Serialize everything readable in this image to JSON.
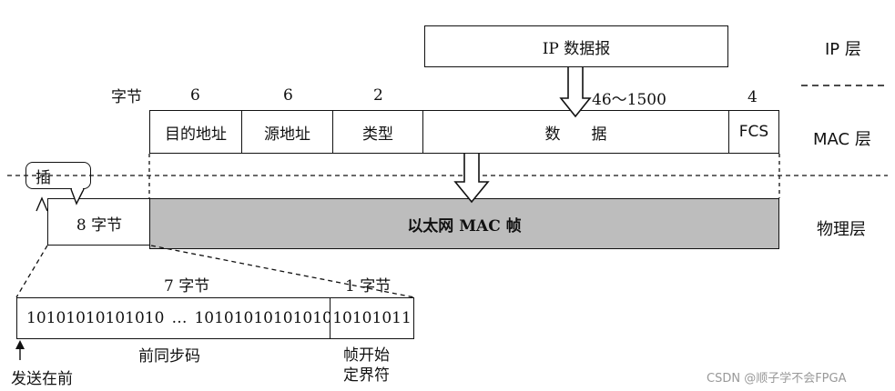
{
  "ip_datagram": "IP 数据报",
  "layers": {
    "ip": "IP 层",
    "mac": "MAC 层",
    "phy": "物理层"
  },
  "byte_unit": "字节",
  "mac_frame": {
    "fields": [
      {
        "size": "6",
        "label": "目的地址"
      },
      {
        "size": "6",
        "label": "源地址"
      },
      {
        "size": "2",
        "label": "类型"
      },
      {
        "size": "46～1500",
        "label": "数　　据"
      },
      {
        "size": "4",
        "label": "FCS"
      }
    ]
  },
  "insert_callout": "插",
  "preamble_bytes": "8 字节",
  "ethernet_frame": "以太网 MAC 帧",
  "detail": {
    "seven_bytes": "7 字节",
    "one_byte": "1 字节",
    "bits_a": "10101010101010",
    "ellipsis": "…",
    "bits_b": "10101010101010",
    "bits_c": "10101011",
    "preamble_label": "前同步码",
    "sfd_label_line1": "帧开始",
    "sfd_label_line2": "定界符",
    "send_first": "发送在前"
  },
  "watermark": "CSDN @顺子学不会FPGA"
}
